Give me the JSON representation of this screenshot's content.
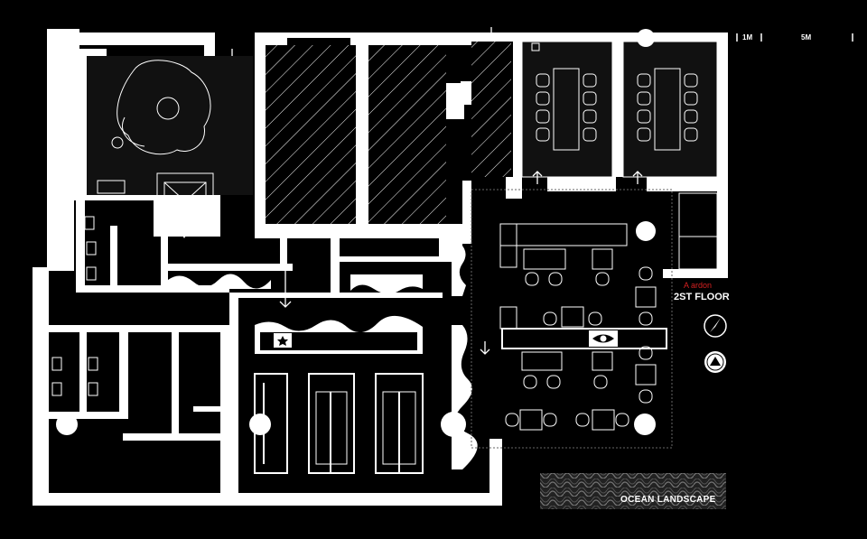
{
  "scale_bar": {
    "tick1": "1M",
    "tick2": "5M"
  },
  "brand": "A ardon",
  "floor_label": "2ST FLOOR",
  "legend": {
    "label": "OCEAN LANDSCAPE",
    "pattern": "wave-pattern"
  },
  "icons": [
    "north-arrow-icon",
    "seal-logo-icon",
    "eye-icon",
    "chef-hat-icon"
  ],
  "colors": {
    "background": "#000000",
    "walls": "#ffffff",
    "accent": "#d42020"
  }
}
